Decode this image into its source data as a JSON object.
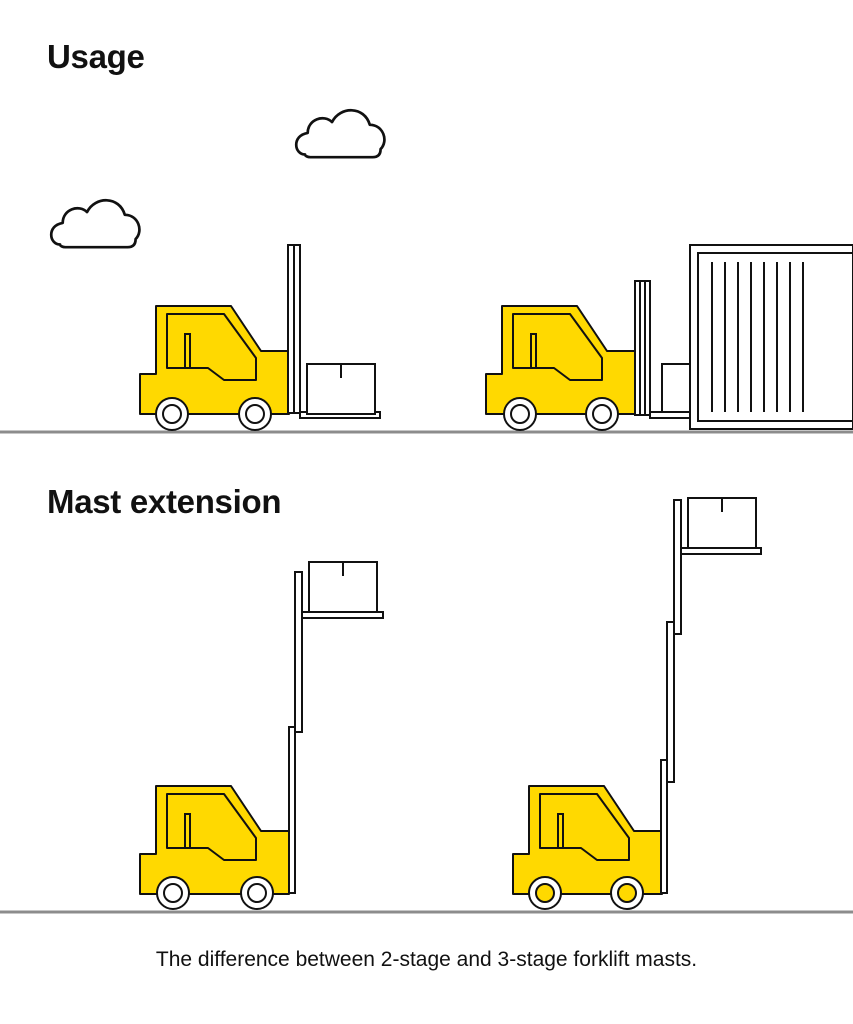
{
  "sections": {
    "usage_title": "Usage",
    "mast_title": "Mast extension"
  },
  "caption": "The difference between 2-stage and 3-stage forklift masts.",
  "colors": {
    "forklift_body": "#FFD900",
    "outline": "#111111",
    "ground": "#8c8c8c",
    "background": "#ffffff"
  },
  "icons": [
    "cloud-icon",
    "forklift-icon",
    "box-icon",
    "shipping-container-icon"
  ]
}
